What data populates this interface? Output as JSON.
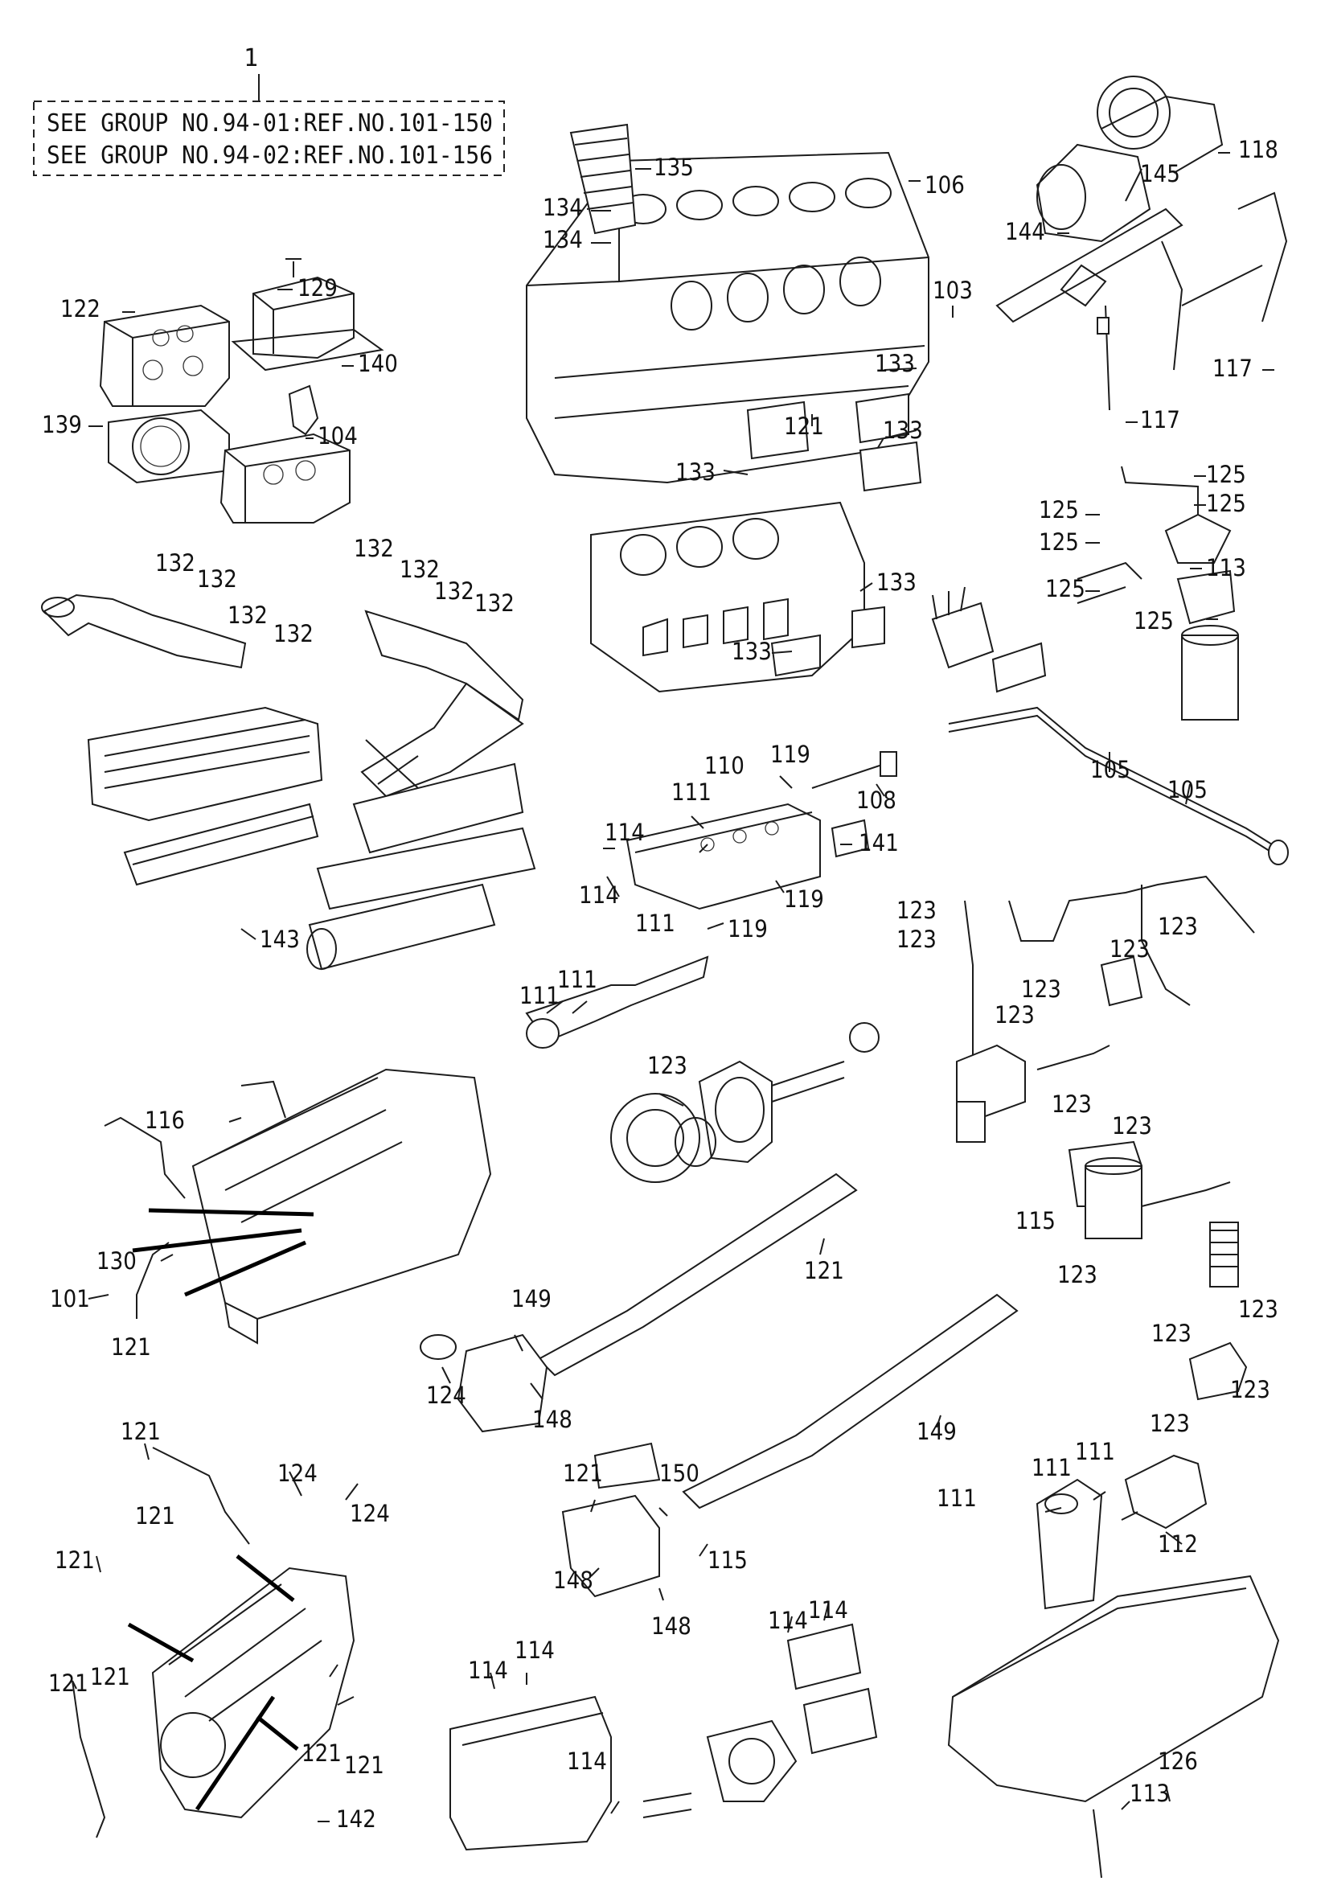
{
  "header": {
    "ref": "1",
    "lines": [
      "SEE GROUP NO.94-01:REF.NO.101-150",
      "SEE GROUP NO.94-02:REF.NO.101-156"
    ]
  },
  "callouts": [
    "135",
    "134",
    "134",
    "106",
    "118",
    "145",
    "144",
    "103",
    "117",
    "117",
    "122",
    "129",
    "140",
    "139",
    "104",
    "133",
    "121",
    "133",
    "133",
    "133",
    "133",
    "125",
    "125",
    "125",
    "125",
    "113",
    "125",
    "125",
    "132",
    "132",
    "132",
    "132",
    "132",
    "132",
    "132",
    "132",
    "110",
    "119",
    "111",
    "108",
    "114",
    "114",
    "141",
    "111",
    "119",
    "119",
    "105",
    "105",
    "143",
    "111",
    "111",
    "123",
    "123",
    "123",
    "123",
    "123",
    "123",
    "123",
    "123",
    "123",
    "116",
    "130",
    "101",
    "121",
    "121",
    "149",
    "124",
    "148",
    "115",
    "123",
    "123",
    "123",
    "123",
    "123",
    "121",
    "121",
    "124",
    "124",
    "150",
    "149",
    "111",
    "111",
    "111",
    "112",
    "121",
    "121",
    "148",
    "115",
    "148",
    "114",
    "114",
    "114",
    "114",
    "121",
    "121",
    "121",
    "121",
    "114",
    "126",
    "113",
    "142"
  ]
}
